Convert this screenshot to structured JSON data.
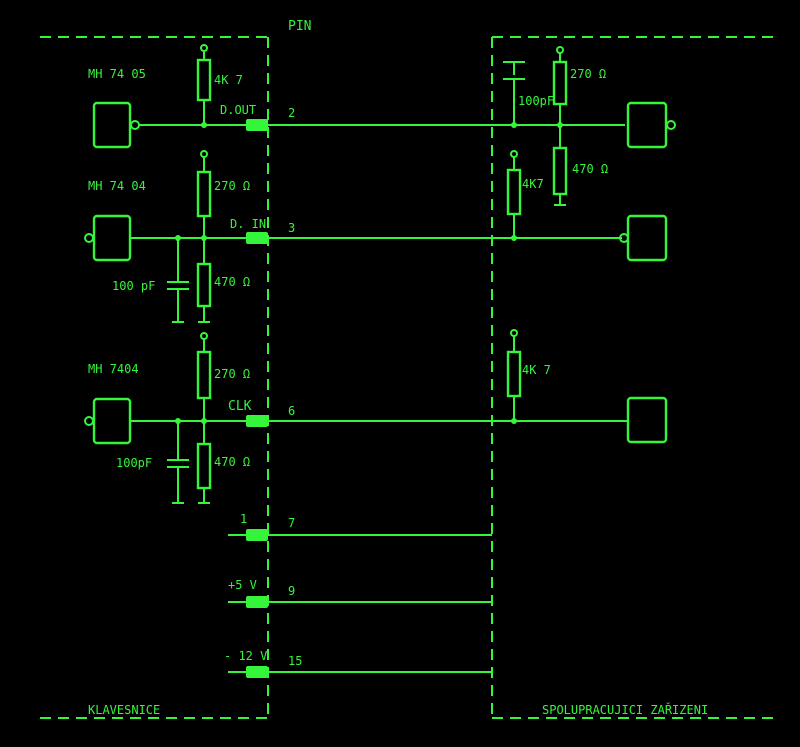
{
  "labels": {
    "pin": "PIN",
    "left_section": "KLAVESNICE",
    "right_section": "SPOLUPRACUJICI  ZAŘIZENI",
    "chip1": "MH 74 05",
    "chip2": "MH 74 04",
    "chip3": "MH 7404",
    "r1": "4K 7",
    "r2": "270 Ω",
    "r3": "470 Ω",
    "r4": "270 Ω",
    "r5": "470 Ω",
    "r6": "270 Ω",
    "r7": "470 Ω",
    "r8": "4K7",
    "r9": "4K 7",
    "c1": "100 pF",
    "c2": "100pF",
    "c3": "100pF",
    "sig_dout": "D.OUT",
    "sig_din": "D. IN",
    "sig_clk": "CLK",
    "sig_gnd": "1",
    "sig_5v": "+5 V",
    "sig_12v": "- 12 V",
    "pin_2": "2",
    "pin_3": "3",
    "pin_6": "6",
    "pin_7": "7",
    "pin_9": "9",
    "pin_15": "15"
  },
  "colors": {
    "trace": "#35f53a",
    "background": "#000000"
  }
}
